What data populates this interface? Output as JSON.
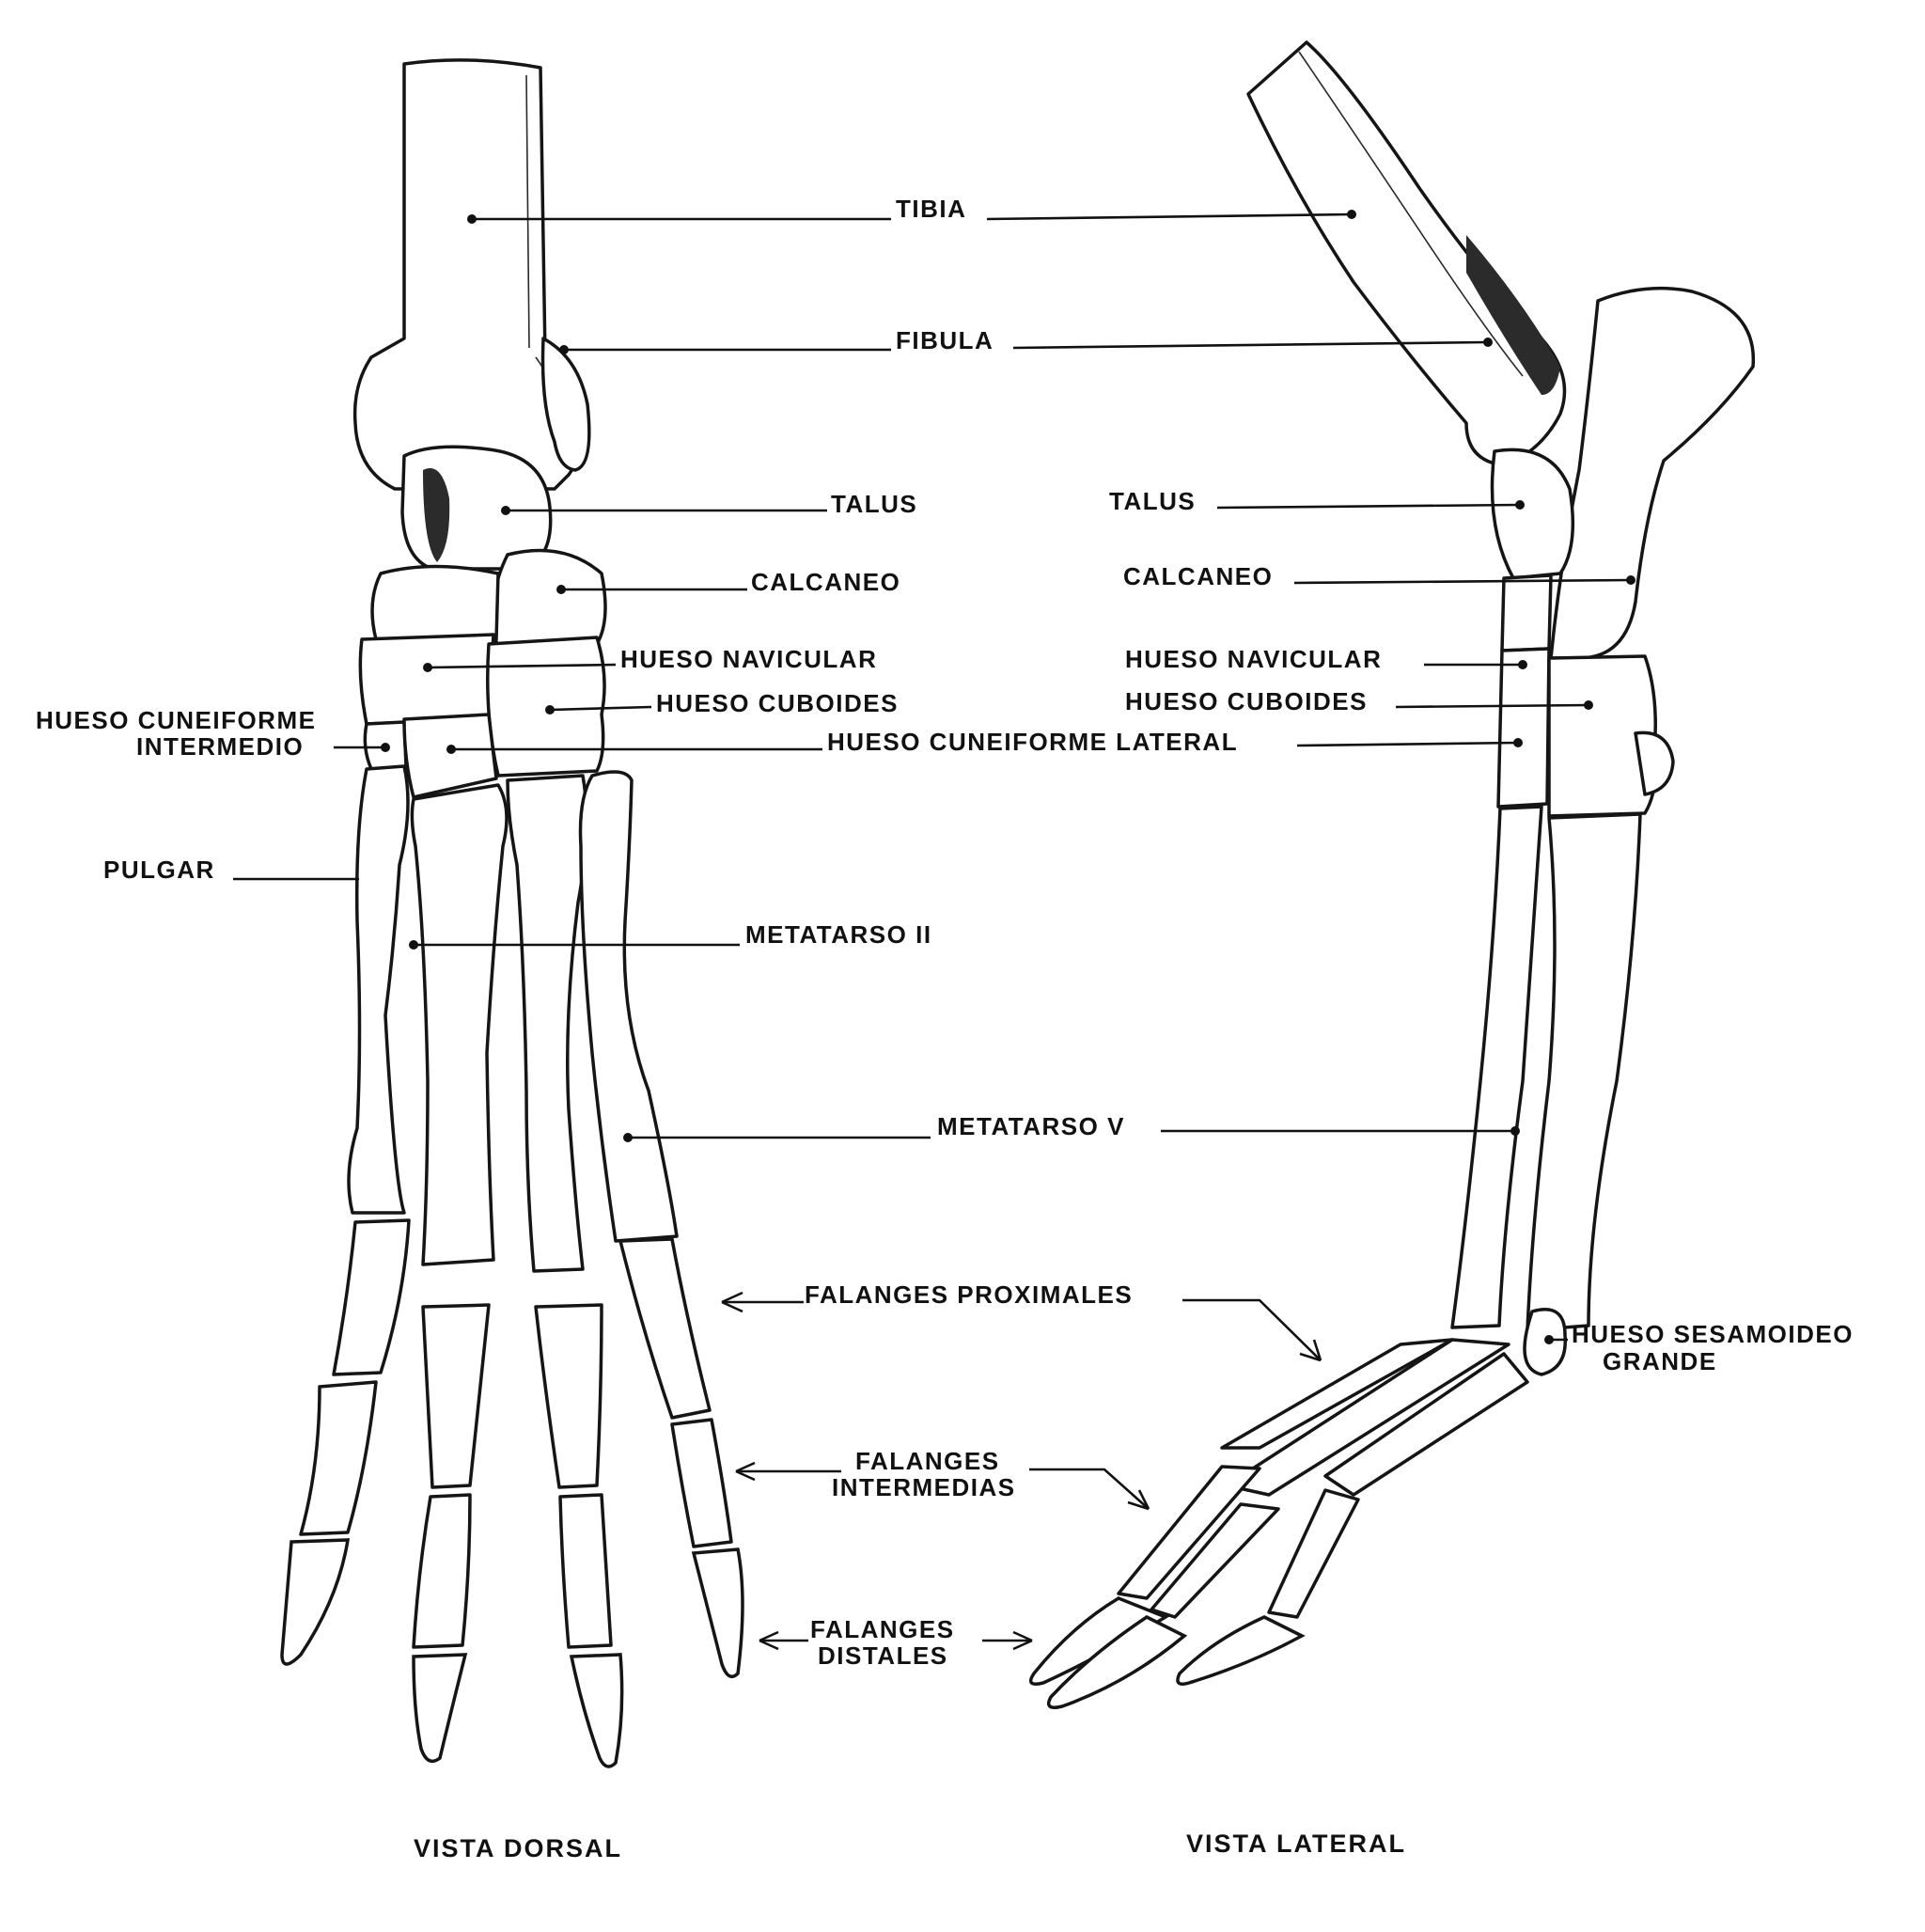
{
  "labels": {
    "tibia": "TIBIA",
    "fibula": "FIBULA",
    "talus_dorsal": "TALUS",
    "talus_lateral": "TALUS",
    "calcaneo_dorsal": "CALCANEO",
    "calcaneo_lateral": "CALCANEO",
    "navicular_dorsal": "HUESO NAVICULAR",
    "navicular_lateral": "HUESO NAVICULAR",
    "cuboides_dorsal": "HUESO CUBOIDES",
    "cuboides_lateral": "HUESO CUBOIDES",
    "cuneiforme_intermedio_1": "HUESO CUNEIFORME",
    "cuneiforme_intermedio_2": "INTERMEDIO",
    "cuneiforme_lateral": "HUESO CUNEIFORME LATERAL",
    "pulgar": "PULGAR",
    "metatarso_ii": "METATARSO II",
    "metatarso_v": "METATARSO V",
    "falanges_proximales": "FALANGES PROXIMALES",
    "falanges_intermedias_1": "FALANGES",
    "falanges_intermedias_2": "INTERMEDIAS",
    "falanges_distales_1": "FALANGES",
    "falanges_distales_2": "DISTALES",
    "sesamoideo_1": "HUESO SESAMOIDEO",
    "sesamoideo_2": "GRANDE"
  },
  "captions": {
    "dorsal": "VISTA DORSAL",
    "lateral": "VISTA LATERAL"
  }
}
